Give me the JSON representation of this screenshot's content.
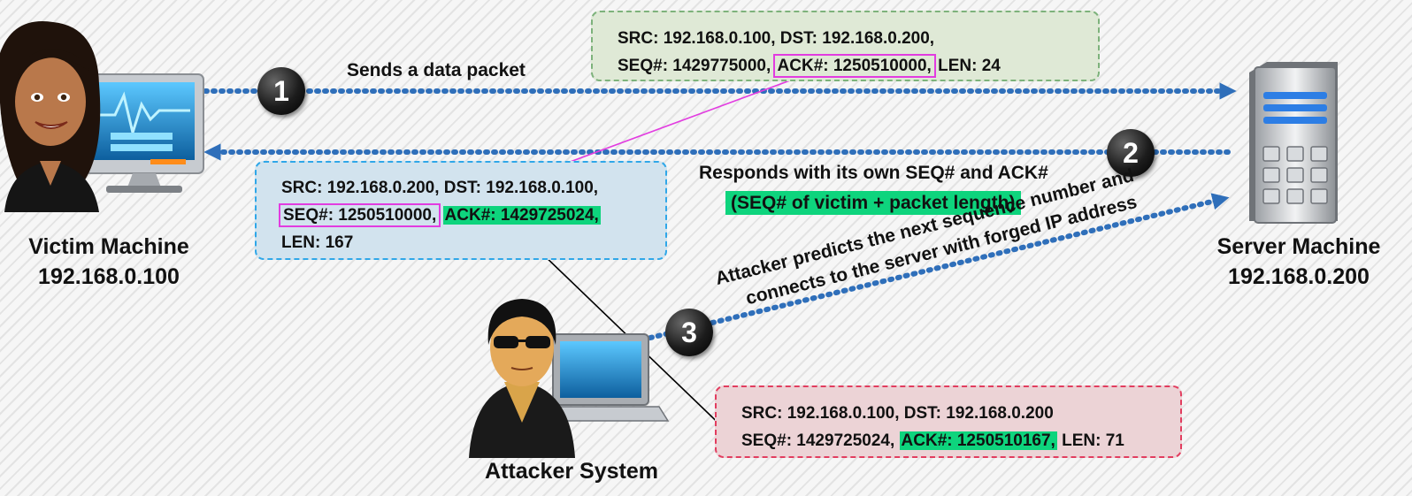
{
  "packets": {
    "victim_to_server": {
      "line1": "SRC: 192.168.0.100, DST: 192.168.0.200,",
      "seq": "SEQ#: 1429775000,",
      "ack": "ACK#: 1250510000,",
      "len": "LEN: 24"
    },
    "server_response": {
      "line1": "SRC: 192.168.0.200, DST: 192.168.0.100,",
      "seq": "SEQ#: 1250510000,",
      "ack": "ACK#: 1429725024,",
      "len": "LEN: 167"
    },
    "forged": {
      "line1": "SRC: 192.168.0.100, DST: 192.168.0.200",
      "seq": "SEQ#: 1429725024,",
      "ack": "ACK#: 1250510167,",
      "len": "LEN: 71"
    }
  },
  "steps": {
    "step1": {
      "number": "1",
      "label": "Sends a data packet"
    },
    "step2": {
      "number": "2",
      "label": "Responds with its own SEQ# and ACK#",
      "note": "(SEQ# of victim + packet length)"
    },
    "step3": {
      "number": "3",
      "label_line1": "Attacker predicts the next sequence number and",
      "label_line2": "connects to the server with forged IP address"
    }
  },
  "nodes": {
    "victim": {
      "name": "Victim Machine",
      "ip": "192.168.0.100"
    },
    "server": {
      "name": "Server Machine",
      "ip": "192.168.0.200"
    },
    "attacker": {
      "name": "Attacker System"
    }
  },
  "colors": {
    "arrow": "#2f6fba",
    "highlight_outline": "#e23ce0",
    "highlight_fill": "#0ed47d",
    "box_green": "#dfe9d6",
    "box_blue": "#d2e3ee",
    "box_red": "#ecd3d6"
  },
  "icons": [
    "victim-woman-icon",
    "monitor-icon",
    "server-tower-icon",
    "hacker-icon",
    "laptop-icon"
  ]
}
